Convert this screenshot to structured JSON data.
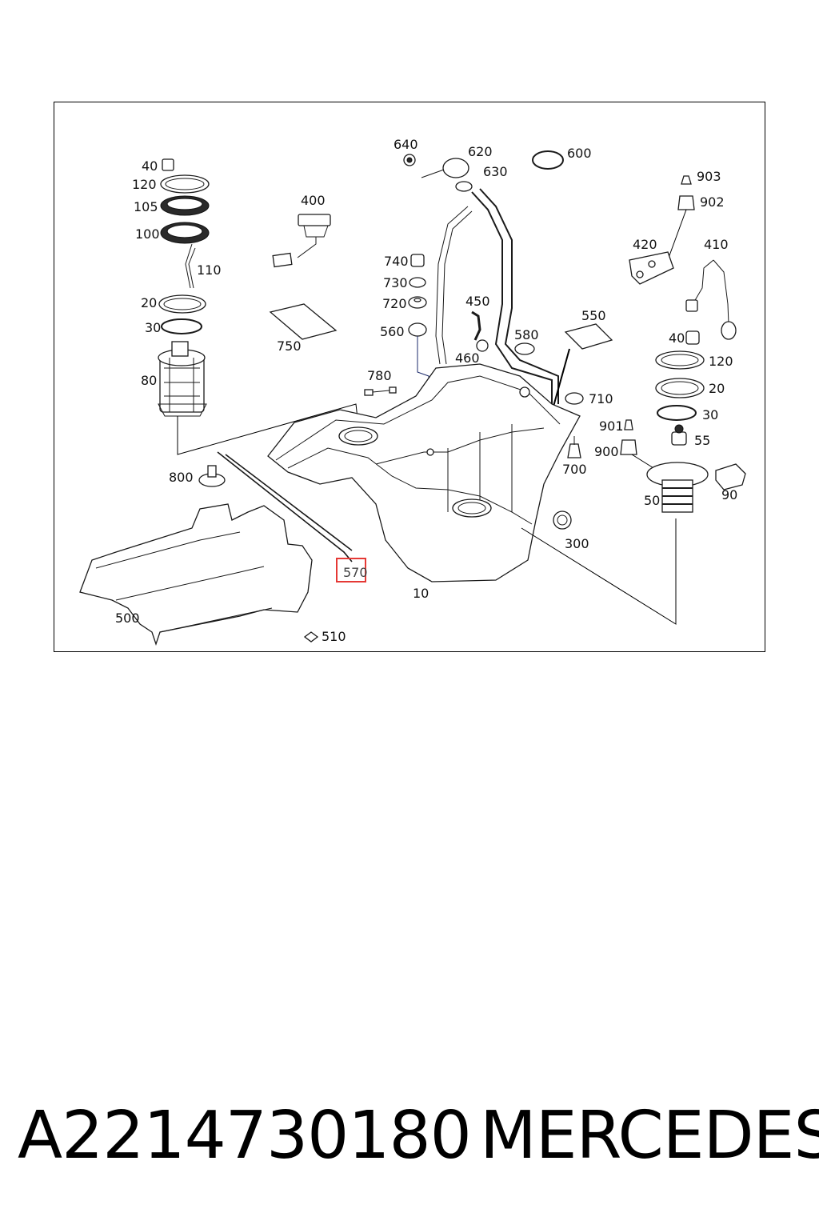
{
  "diagram": {
    "callouts": {
      "c40a": "40",
      "c120a": "120",
      "c105": "105",
      "c100": "100",
      "c110": "110",
      "c20a": "20",
      "c30a": "30",
      "c80": "80",
      "c400": "400",
      "c750": "750",
      "c640": "640",
      "c620": "620",
      "c630": "630",
      "c600": "600",
      "c903": "903",
      "c902": "902",
      "c420": "420",
      "c410": "410",
      "c740": "740",
      "c730": "730",
      "c720": "720",
      "c560": "560",
      "c450": "450",
      "c460": "460",
      "c580": "580",
      "c550": "550",
      "c780": "780",
      "c710": "710",
      "c40b": "40",
      "c120b": "120",
      "c20b": "20",
      "c30b": "30",
      "c901": "901",
      "c55": "55",
      "c900": "900",
      "c700": "700",
      "c800": "800",
      "c50": "50",
      "c90": "90",
      "c300": "300",
      "c570": "570",
      "c10": "10",
      "c500": "500",
      "c510": "510"
    },
    "highlight_color": "#e53935"
  },
  "caption": {
    "part_number": "A2214730180",
    "brand": "MERCEDES"
  }
}
